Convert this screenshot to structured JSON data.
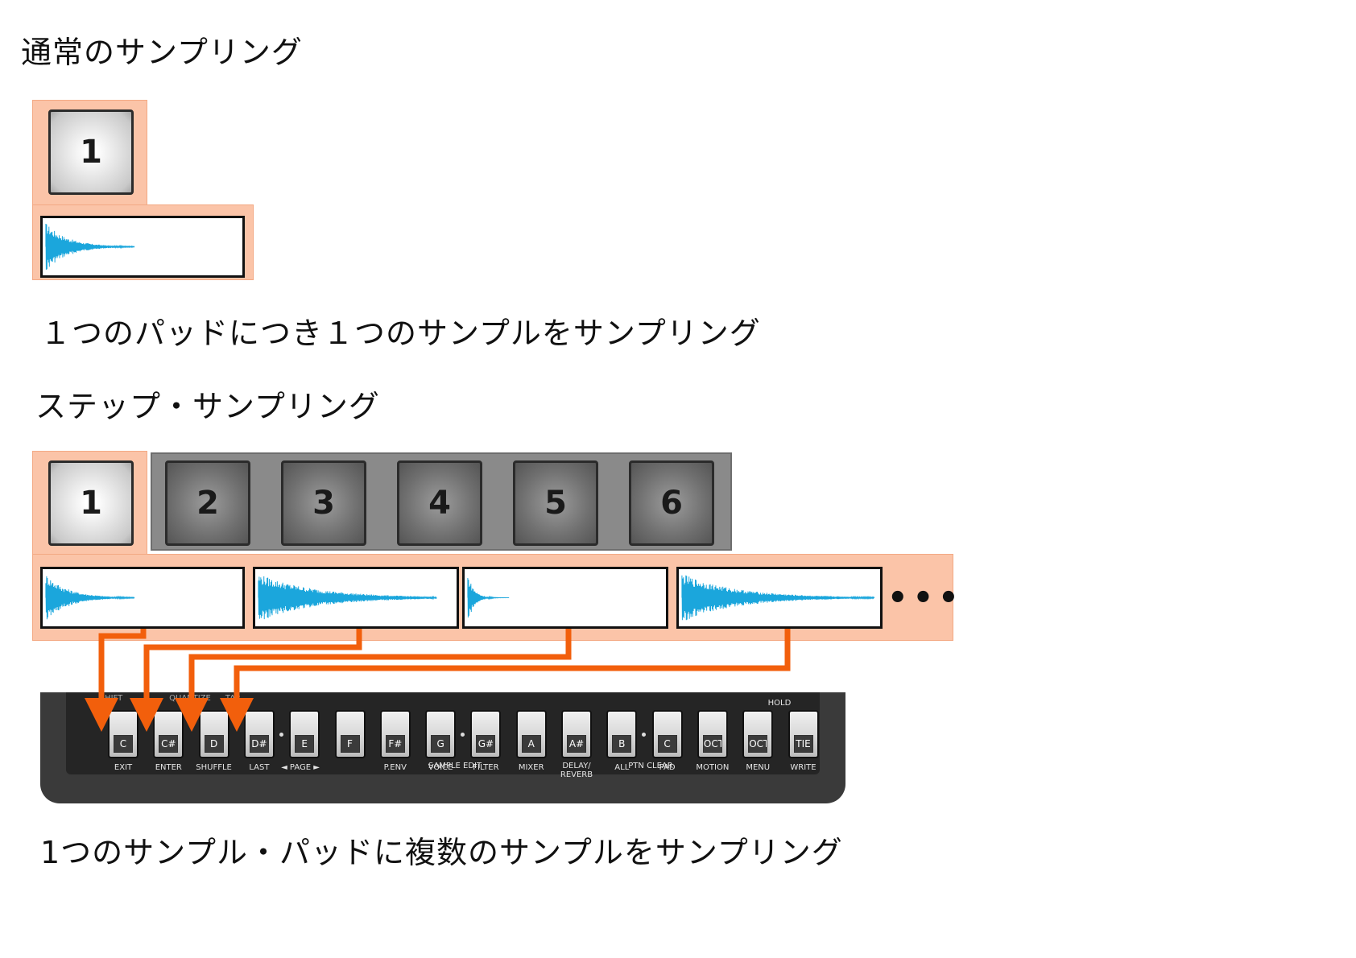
{
  "section1": {
    "heading": "通常のサンプリング",
    "pad_label": "1",
    "description": "１つのパッドにつき１つのサンプルをサンプリング"
  },
  "section2": {
    "heading": "ステップ・サンプリング",
    "pads": [
      "1",
      "2",
      "3",
      "4",
      "5",
      "6"
    ],
    "ellipsis": "•••",
    "description": "1つのサンプル・パッドに複数のサンプルをサンプリング"
  },
  "keyboard": {
    "top_labels": [
      "SHIFT",
      "QUANTIZE",
      "TAP",
      "HOLD"
    ],
    "keys": [
      {
        "label": "C",
        "fn": "EXIT"
      },
      {
        "label": "C#",
        "fn": "ENTER"
      },
      {
        "label": "D",
        "fn": "SHUFFLE"
      },
      {
        "label": "D#",
        "fn": "LAST"
      },
      {
        "label": "E",
        "fn": ""
      },
      {
        "label": "F",
        "fn": ""
      },
      {
        "label": "F#",
        "fn": "P.ENV"
      },
      {
        "label": "G",
        "fn": "VOICE"
      },
      {
        "label": "G#",
        "fn": "FILTER"
      },
      {
        "label": "A",
        "fn": "MIXER"
      },
      {
        "label": "A#",
        "fn": "DELAY/\nREVERB"
      },
      {
        "label": "B",
        "fn": "ALL"
      },
      {
        "label": "C",
        "fn": "PAD"
      },
      {
        "label": "OCT-",
        "fn": "MOTION"
      },
      {
        "label": "OCT+",
        "fn": "MENU"
      },
      {
        "label": "TIE",
        "fn": "WRITE"
      }
    ],
    "group_labels": {
      "page": "◄  PAGE  ►",
      "sample_edit": "SAMPLE EDIT",
      "ptn_clear": "PTN CLEAR"
    }
  },
  "colors": {
    "highlight": "#fbc4a8",
    "waveform": "#1ba6dc",
    "arrow": "#f25f0c"
  }
}
